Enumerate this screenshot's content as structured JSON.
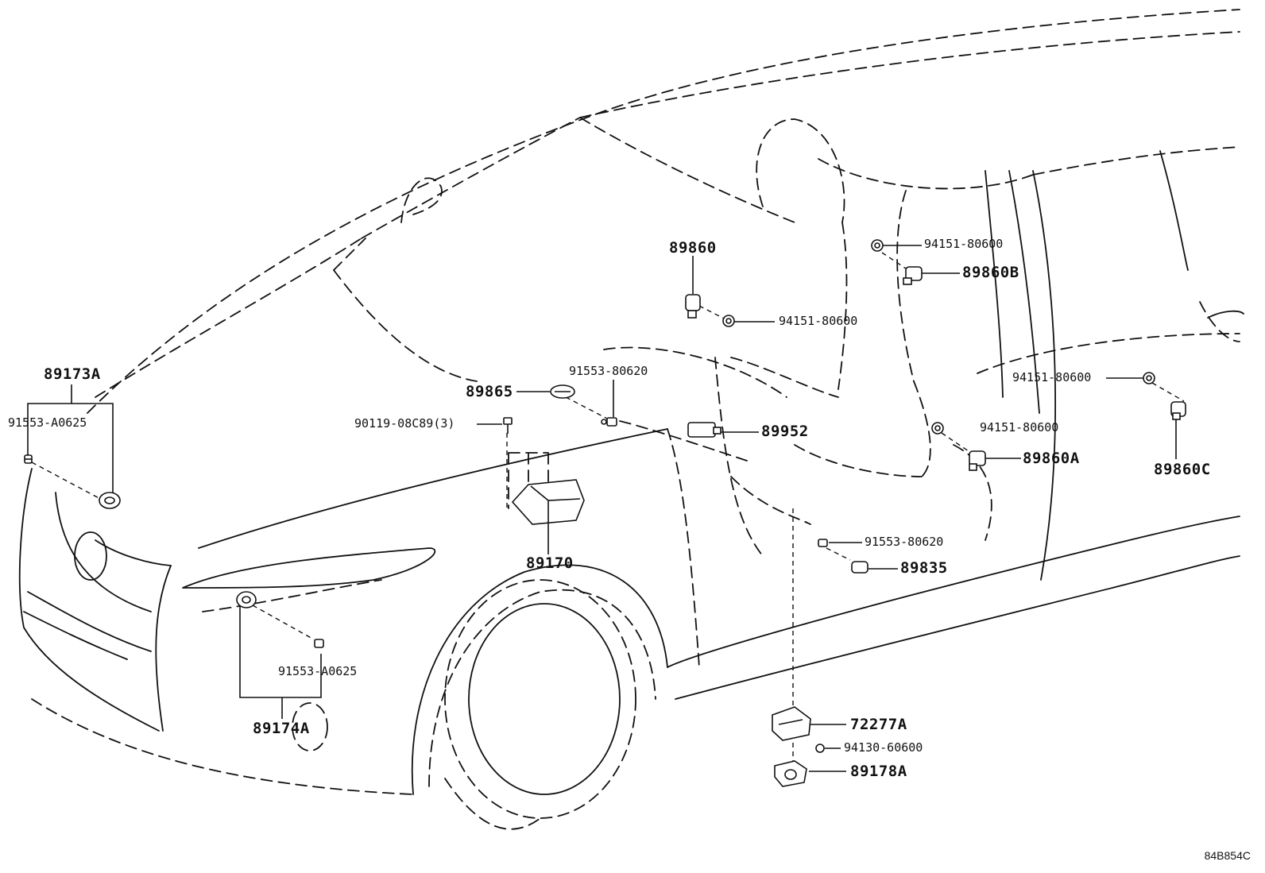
{
  "diagram_code": "84B854C",
  "parts": {
    "p89173A": "89173A",
    "p91553A0625_left": "91553-A0625",
    "p90119": "90119-08C89(3)",
    "p89865": "89865",
    "p91553_80620_top": "91553-80620",
    "p89860": "89860",
    "p94151_a": "94151-80600",
    "p94151_b": "94151-80600",
    "p89860B": "89860B",
    "p89952": "89952",
    "p94151_c": "94151-80600",
    "p94151_d": "94151-80600",
    "p89860A": "89860A",
    "p89860C": "89860C",
    "p91553_80620_mid": "91553-80620",
    "p89835": "89835",
    "p89170": "89170",
    "p91553A0625_bottom": "91553-A0625",
    "p89174A": "89174A",
    "p72277A": "72277A",
    "p94130": "94130-60600",
    "p89178A": "89178A"
  }
}
